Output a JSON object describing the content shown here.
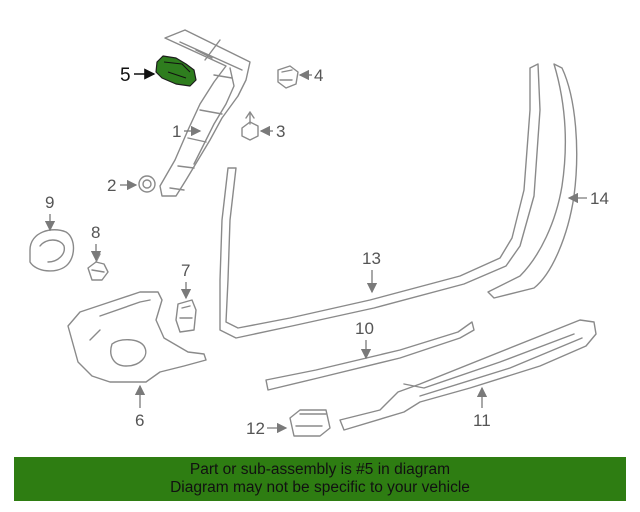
{
  "diagram": {
    "callouts": {
      "c1": "1",
      "c2": "2",
      "c3": "3",
      "c4": "4",
      "c5": "5",
      "c6": "6",
      "c7": "7",
      "c8": "8",
      "c9": "9",
      "c10": "10",
      "c11": "11",
      "c12": "12",
      "c13": "13",
      "c14": "14"
    },
    "highlight_color": "#2e7d1e",
    "highlighted_part": "5"
  },
  "banner": {
    "line1": "Part or sub-assembly is #5 in diagram",
    "line2": "Diagram may not be specific to your vehicle",
    "background": "#2e7d12"
  }
}
